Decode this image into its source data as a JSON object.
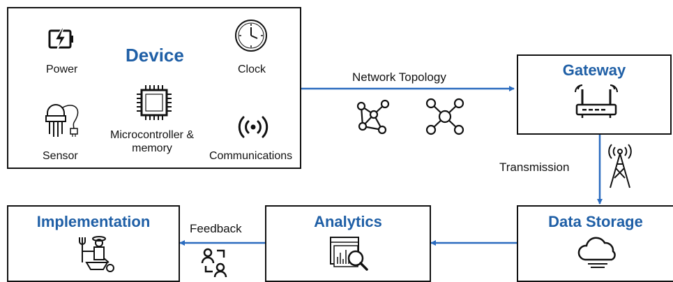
{
  "device": {
    "title": "Device",
    "components": {
      "power": "Power",
      "clock": "Clock",
      "sensor": "Sensor",
      "microcontroller": "Microcontroller &\nmemory",
      "communications": "Communications"
    }
  },
  "gateway": {
    "title": "Gateway"
  },
  "data_storage": {
    "title": "Data Storage"
  },
  "analytics": {
    "title": "Analytics"
  },
  "implementation": {
    "title": "Implementation"
  },
  "edges": {
    "network_topology": "Network Topology",
    "transmission": "Transmission",
    "feedback": "Feedback"
  },
  "colors": {
    "accent": "#1f5fa6",
    "arrow": "#2a6bbf",
    "border": "#111111"
  },
  "icons": {
    "power": "battery-bolt-icon",
    "clock": "clock-icon",
    "sensor": "sensor-probe-icon",
    "microcontroller": "chip-icon",
    "communications": "broadcast-icon",
    "topology_mesh": "mesh-network-icon",
    "topology_star": "star-network-icon",
    "router": "router-icon",
    "tower": "antenna-tower-icon",
    "cloud": "cloud-icon",
    "analytics": "dashboard-magnifier-icon",
    "feedback": "people-exchange-icon",
    "farmer": "farmer-icon"
  }
}
